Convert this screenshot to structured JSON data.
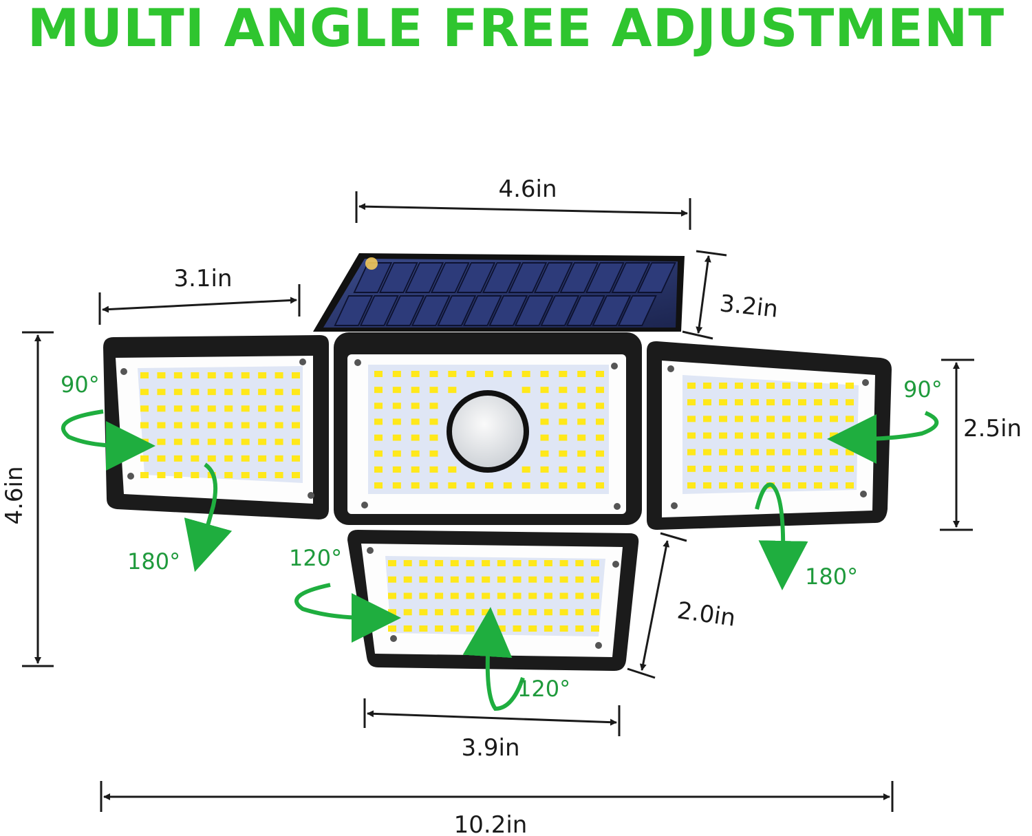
{
  "title": "MULTI ANGLE FREE ADJUSTMENT",
  "dimensions": {
    "solar_width": "4.6in",
    "solar_height": "3.2in",
    "side_panel_width": "3.1in",
    "total_height": "4.6in",
    "right_panel_height": "2.5in",
    "bottom_panel_height": "2.0in",
    "bottom_panel_width": "3.9in",
    "total_width": "10.2in"
  },
  "angles": {
    "left_horizontal": "90°",
    "left_vertical": "180°",
    "bottom_horizontal": "120°",
    "bottom_vertical": "120°",
    "right_horizontal": "90°",
    "right_vertical": "180°"
  },
  "colors": {
    "title": "#2fc52f",
    "arrow": "#1fae3f",
    "led": "#ffe81a",
    "frame": "#1b1b1b"
  }
}
